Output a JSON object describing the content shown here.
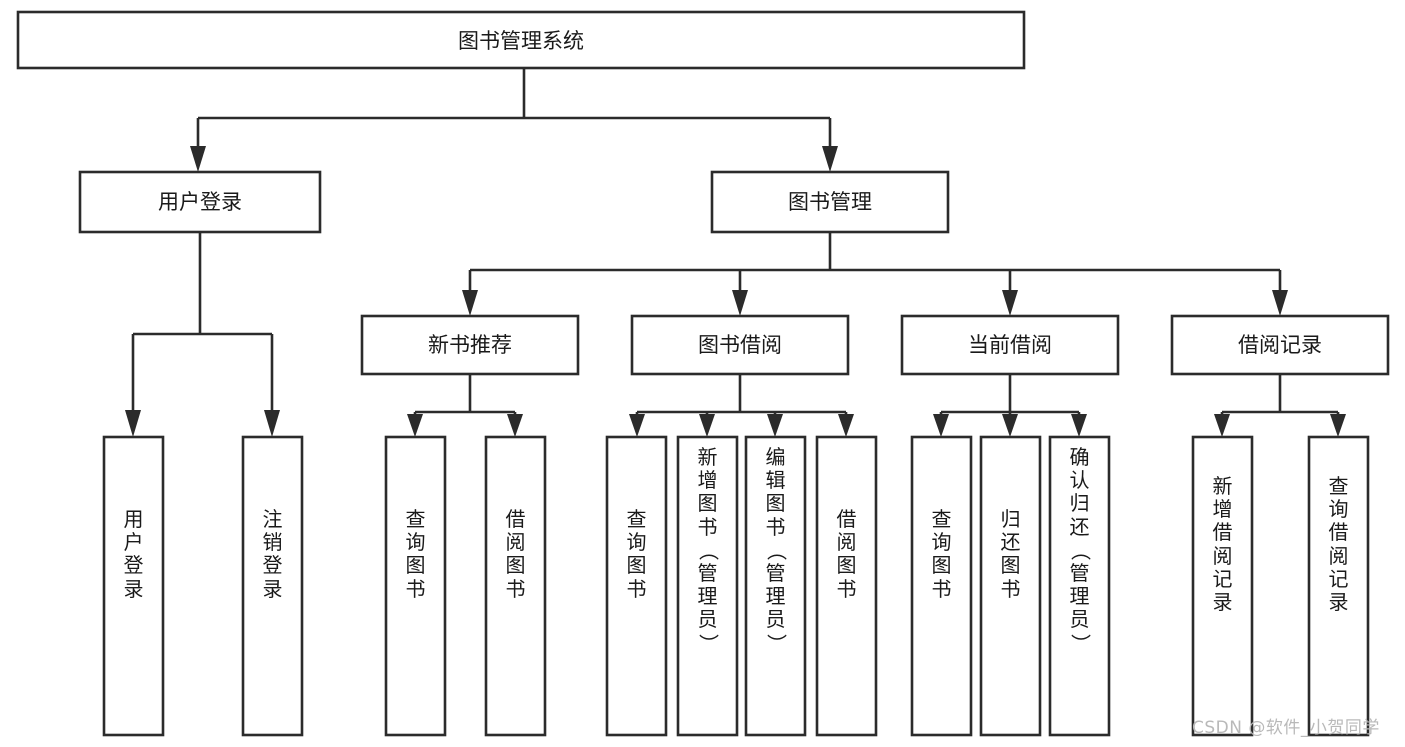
{
  "diagram": {
    "type": "tree-hierarchy-flowchart",
    "title": "图书管理系统",
    "orientation": "top-down",
    "colors": {
      "box_stroke": "#2b2b2b",
      "box_fill": "#ffffff",
      "connector": "#2b2b2b",
      "text": "#1a1a1a",
      "background": "#ffffff",
      "watermark": "#b9b9b9"
    },
    "root": {
      "label": "图书管理系统",
      "orientation": "horizontal"
    },
    "level2": [
      {
        "label": "用户登录",
        "orientation": "horizontal"
      },
      {
        "label": "图书管理",
        "orientation": "horizontal"
      }
    ],
    "level3": [
      {
        "label": "新书推荐",
        "orientation": "horizontal",
        "parent": "图书管理"
      },
      {
        "label": "图书借阅",
        "orientation": "horizontal",
        "parent": "图书管理"
      },
      {
        "label": "当前借阅",
        "orientation": "horizontal",
        "parent": "图书管理"
      },
      {
        "label": "借阅记录",
        "orientation": "horizontal",
        "parent": "图书管理"
      }
    ],
    "leaves": [
      {
        "label": "用户登录",
        "parent": "用户登录",
        "orientation": "vertical"
      },
      {
        "label": "注销登录",
        "parent": "用户登录",
        "orientation": "vertical"
      },
      {
        "label": "查询图书",
        "parent": "新书推荐",
        "orientation": "vertical"
      },
      {
        "label": "借阅图书",
        "parent": "新书推荐",
        "orientation": "vertical"
      },
      {
        "label": "查询图书",
        "parent": "图书借阅",
        "orientation": "vertical"
      },
      {
        "label": "新增图书（管理员）",
        "parent": "图书借阅",
        "orientation": "vertical"
      },
      {
        "label": "编辑图书（管理员）",
        "parent": "图书借阅",
        "orientation": "vertical"
      },
      {
        "label": "借阅图书",
        "parent": "图书借阅",
        "orientation": "vertical"
      },
      {
        "label": "查询图书",
        "parent": "当前借阅",
        "orientation": "vertical"
      },
      {
        "label": "归还图书",
        "parent": "当前借阅",
        "orientation": "vertical"
      },
      {
        "label": "确认归还（管理员）",
        "parent": "当前借阅",
        "orientation": "vertical"
      },
      {
        "label": "新增借阅记录",
        "parent": "借阅记录",
        "orientation": "vertical"
      },
      {
        "label": "查询借阅记录",
        "parent": "借阅记录",
        "orientation": "vertical"
      }
    ],
    "watermark": "CSDN @软件_小贺同学"
  }
}
